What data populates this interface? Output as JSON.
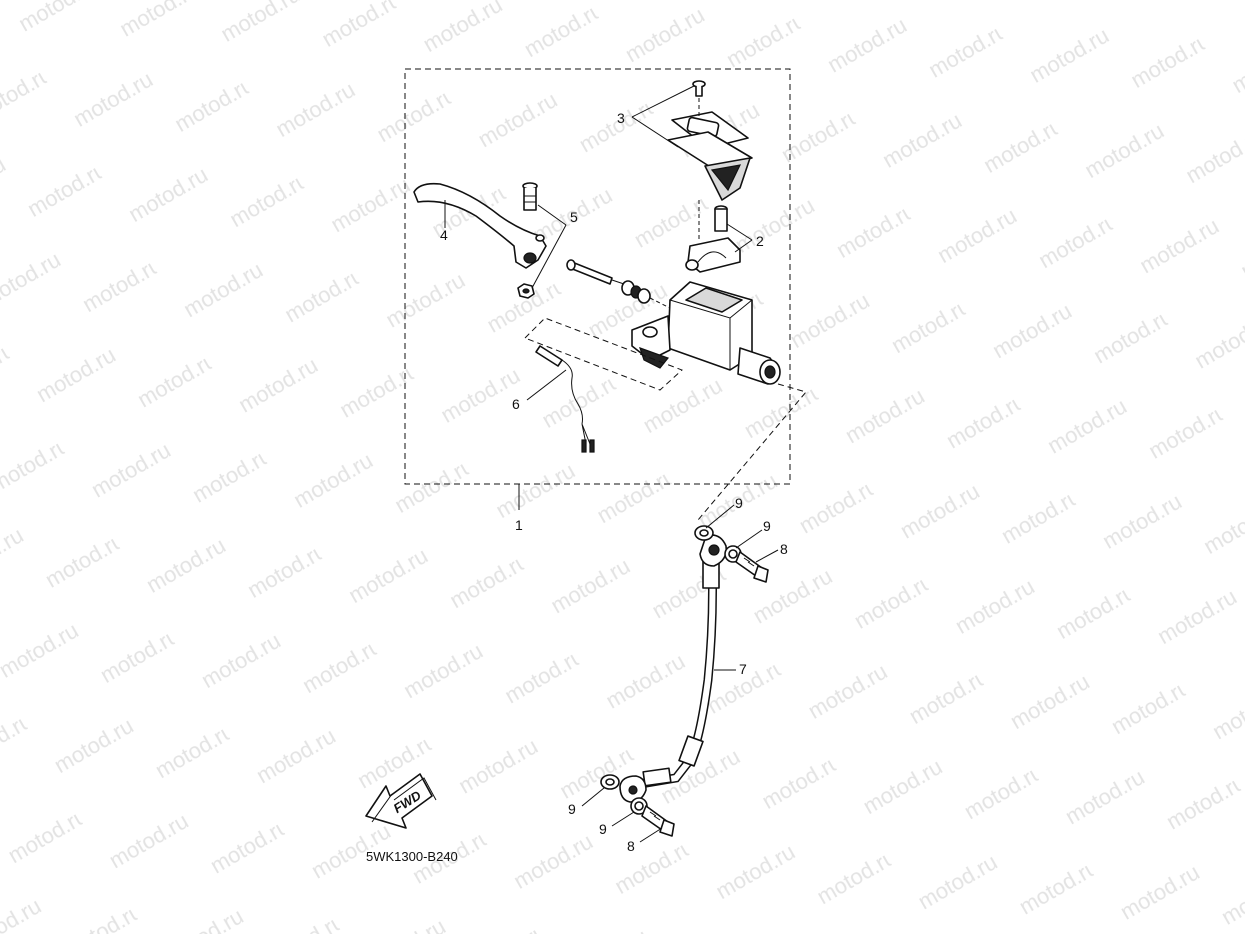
{
  "watermark": "motod.ru",
  "diagram_code": "5WK1300-B240",
  "direction_label": "FWD",
  "callouts": {
    "c1": "1",
    "c2": "2",
    "c3": "3",
    "c4": "4",
    "c5": "5",
    "c6": "6",
    "c7": "7",
    "c8a": "8",
    "c8b": "8",
    "c9a": "9",
    "c9b": "9",
    "c9c": "9",
    "c9d": "9"
  }
}
